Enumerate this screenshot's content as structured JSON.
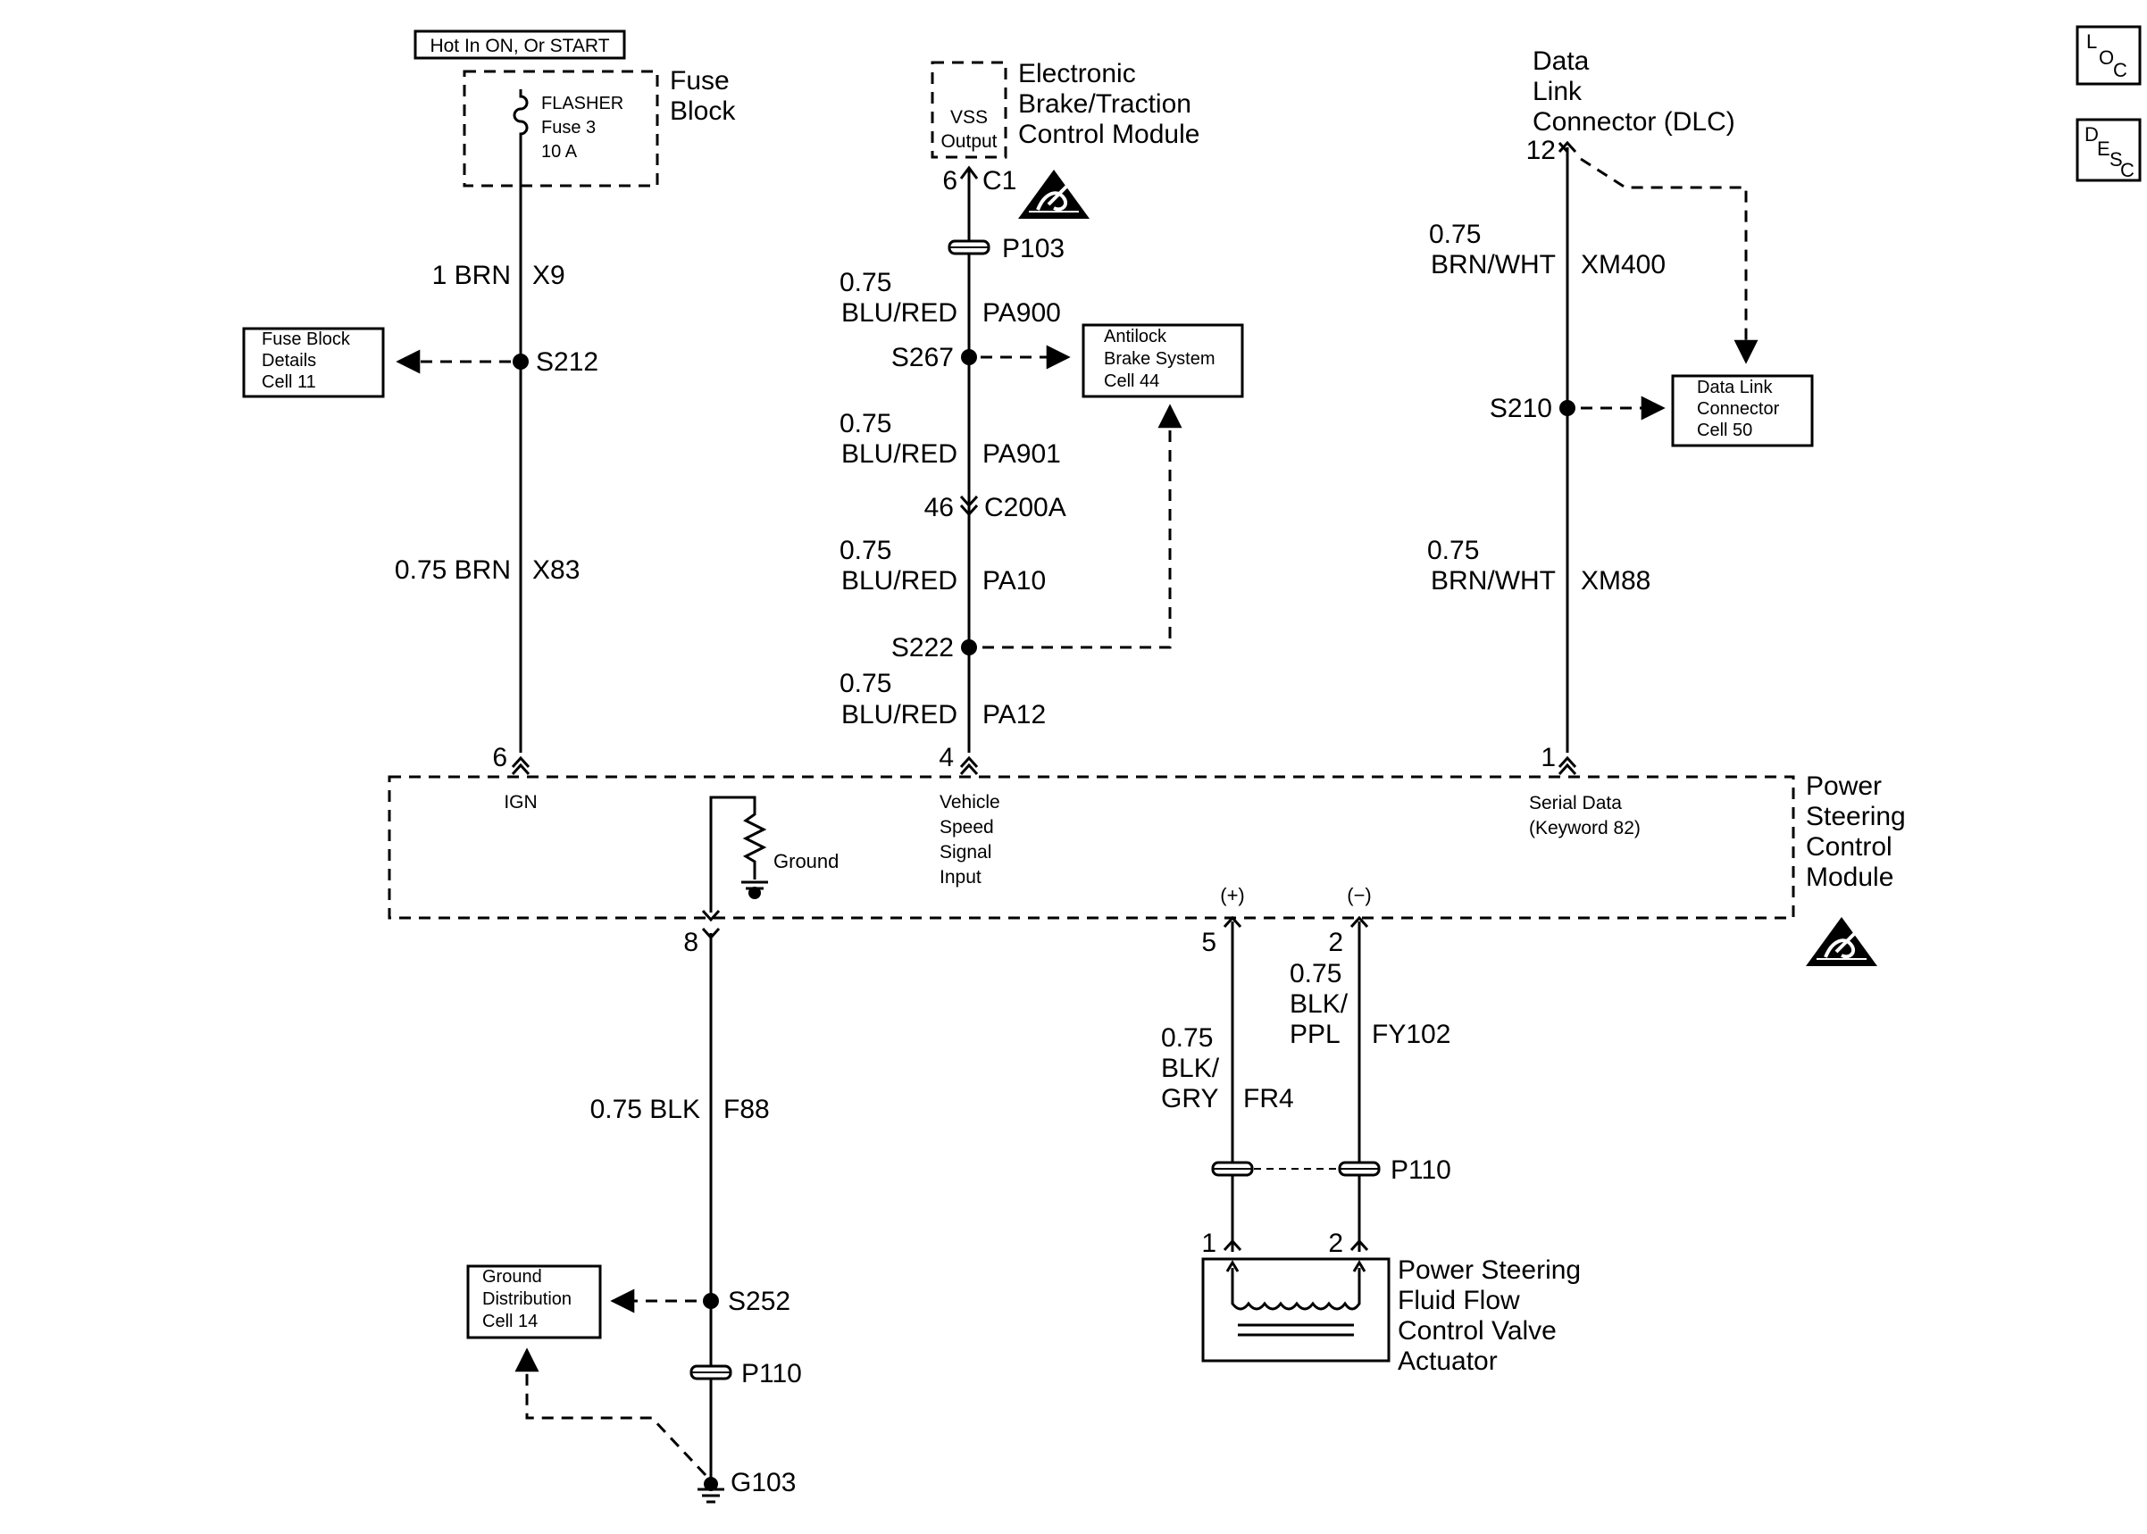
{
  "fuse": {
    "hot_label": "Hot In ON, Or START",
    "block_title": [
      "Fuse",
      "Block"
    ],
    "lines": [
      "FLASHER",
      "Fuse 3",
      "10 A"
    ]
  },
  "ebtcm": {
    "title": [
      "Electronic",
      "Brake/Traction",
      "Control Module"
    ],
    "output": [
      "VSS",
      "Output"
    ],
    "pin": "6",
    "connector": "C1"
  },
  "dlc": {
    "title": [
      "Data",
      "Link",
      "Connector (DLC)"
    ],
    "pin": "12"
  },
  "left_column": {
    "wire1": {
      "size": "1 BRN",
      "circuit": "X9"
    },
    "splice": "S212",
    "ref_box": [
      "Fuse Block",
      "Details",
      "Cell 11"
    ],
    "wire2": {
      "size": "0.75 BRN",
      "circuit": "X83"
    }
  },
  "middle_column": {
    "connector_p103": "P103",
    "wire1": {
      "gauge": "0.75",
      "color": "BLU/RED",
      "circuit": "PA900"
    },
    "splice_top": "S267",
    "ref_box": [
      "Antilock",
      "Brake System",
      "Cell 44"
    ],
    "wire2": {
      "gauge": "0.75",
      "color": "BLU/RED",
      "circuit": "PA901"
    },
    "inline_connector": {
      "pin": "46",
      "name": "C200A"
    },
    "wire3": {
      "gauge": "0.75",
      "color": "BLU/RED",
      "circuit": "PA10"
    },
    "splice_bottom": "S222",
    "wire4": {
      "gauge": "0.75",
      "color": "BLU/RED",
      "circuit": "PA12"
    }
  },
  "right_column": {
    "wire1": {
      "gauge": "0.75",
      "color": "BRN/WHT",
      "circuit": "XM400"
    },
    "splice": "S210",
    "ref_box": [
      "Data Link",
      "Connector",
      "Cell 50"
    ],
    "wire2": {
      "gauge": "0.75",
      "color": "BRN/WHT",
      "circuit": "XM88"
    }
  },
  "pscm": {
    "title": [
      "Power",
      "Steering",
      "Control",
      "Module"
    ],
    "pin_ign": "6",
    "label_ign": "IGN",
    "pin_vss": "4",
    "label_vss": [
      "Vehicle",
      "Speed",
      "Signal",
      "Input"
    ],
    "pin_serial": "1",
    "label_serial": [
      "Serial Data",
      "(Keyword 82)"
    ],
    "ground_label": "Ground",
    "pin_ground": "8",
    "pin_pos": "5",
    "pol_pos": "(+)",
    "pin_neg": "2",
    "pol_neg": "(−)"
  },
  "ground_circuit": {
    "wire": {
      "size": "0.75 BLK",
      "circuit": "F88"
    },
    "splice": "S252",
    "ref_box": [
      "Ground",
      "Distribution",
      "Cell 14"
    ],
    "connector": "P110",
    "ground_point": "G103"
  },
  "actuator_circuit": {
    "wire_pos": {
      "gauge": "0.75",
      "color": [
        "BLK/",
        "GRY"
      ],
      "circuit": "FR4"
    },
    "wire_neg": {
      "gauge": "0.75",
      "color": [
        "BLK/",
        "PPL"
      ],
      "circuit": "FY102"
    },
    "connector": "P110",
    "pin_left": "1",
    "pin_right": "2",
    "title": [
      "Power Steering",
      "Fluid Flow",
      "Control Valve",
      "Actuator"
    ]
  },
  "legend": {
    "loc": [
      "L",
      "O",
      "C"
    ],
    "desc": [
      "D",
      "E",
      "S",
      "C"
    ]
  }
}
